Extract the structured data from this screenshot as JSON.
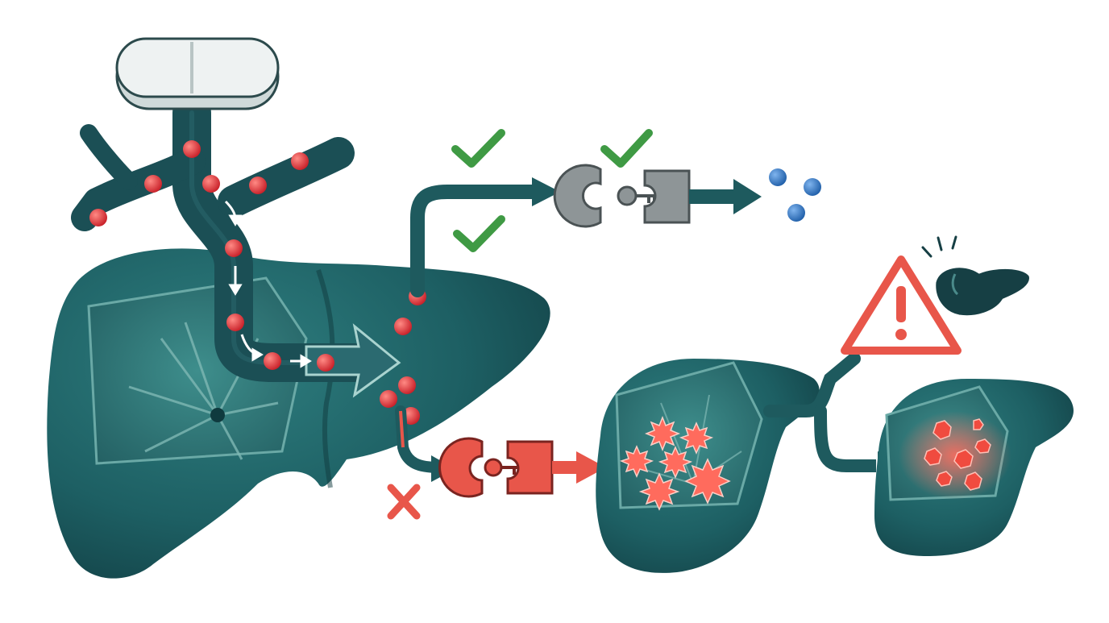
{
  "diagram": {
    "colors": {
      "background": "#ffffff",
      "liver_dark": "#16494d",
      "liver_mid": "#1f6a6c",
      "liver_light": "#3e8e8c",
      "vessel": "#1b4f55",
      "drug_particle": "#d62c33",
      "safe_check": "#3f9a44",
      "safe_enzyme": "#8e9597",
      "metabolite": "#2f6fb8",
      "toxic": "#e8564a",
      "toxic_glow": "#ff6b5d",
      "pill": "#eef2f2"
    },
    "icons": [
      "pill-icon",
      "check-icon",
      "cross-icon",
      "enzyme-lock-icon",
      "key-icon",
      "warning-icon",
      "liver-icon",
      "toxic-burst-icon"
    ],
    "pathways": [
      {
        "name": "safe-metabolism",
        "marks": 3,
        "color": "#3f9a44"
      },
      {
        "name": "toxic-metabolism",
        "marks": 1,
        "color": "#e8564a"
      }
    ]
  }
}
